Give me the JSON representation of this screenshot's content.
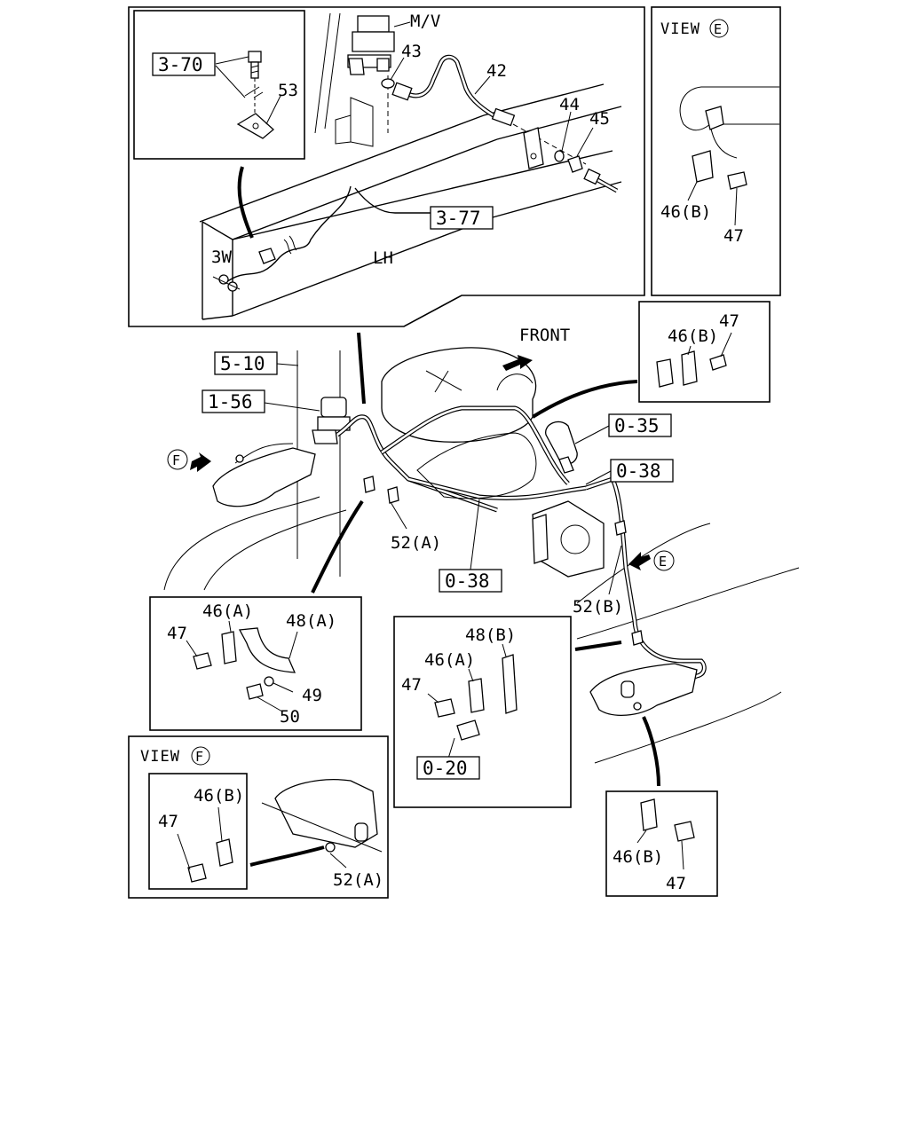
{
  "labels": {
    "mv": "M/V",
    "p43": "43",
    "p42": "42",
    "p44": "44",
    "p45": "45",
    "p53": "53",
    "lh": "LH",
    "w3": "3W",
    "front": "FRONT",
    "p47_e": "47",
    "p46b_e": "46(B)",
    "p46b_a": "46(B)",
    "p47_a": "47",
    "p52a_main": "52(A)",
    "p52b_main": "52(B)",
    "p47_c": "47",
    "p46a_c": "46(A)",
    "p48a_c": "48(A)",
    "p49_c": "49",
    "p50_c": "50",
    "p48b_d": "48(B)",
    "p46a_d": "46(A)",
    "p47_d": "47",
    "p47_f": "47",
    "p46b_f": "46(B)",
    "p52a_f": "52(A)",
    "p46b_g": "46(B)",
    "p47_g": "47"
  },
  "refs": {
    "r370": "3-70",
    "r377": "3-77",
    "r510": "5-10",
    "r156": "1-56",
    "r035": "0-35",
    "r038a": "0-38",
    "r038b": "0-38",
    "r020": "0-20"
  },
  "views": {
    "viewE_text": "VIEW",
    "viewE_letter": "E",
    "viewF_text": "VIEW",
    "viewF_letter": "F",
    "arrowE_letter": "E",
    "arrowF_letter": "F"
  }
}
